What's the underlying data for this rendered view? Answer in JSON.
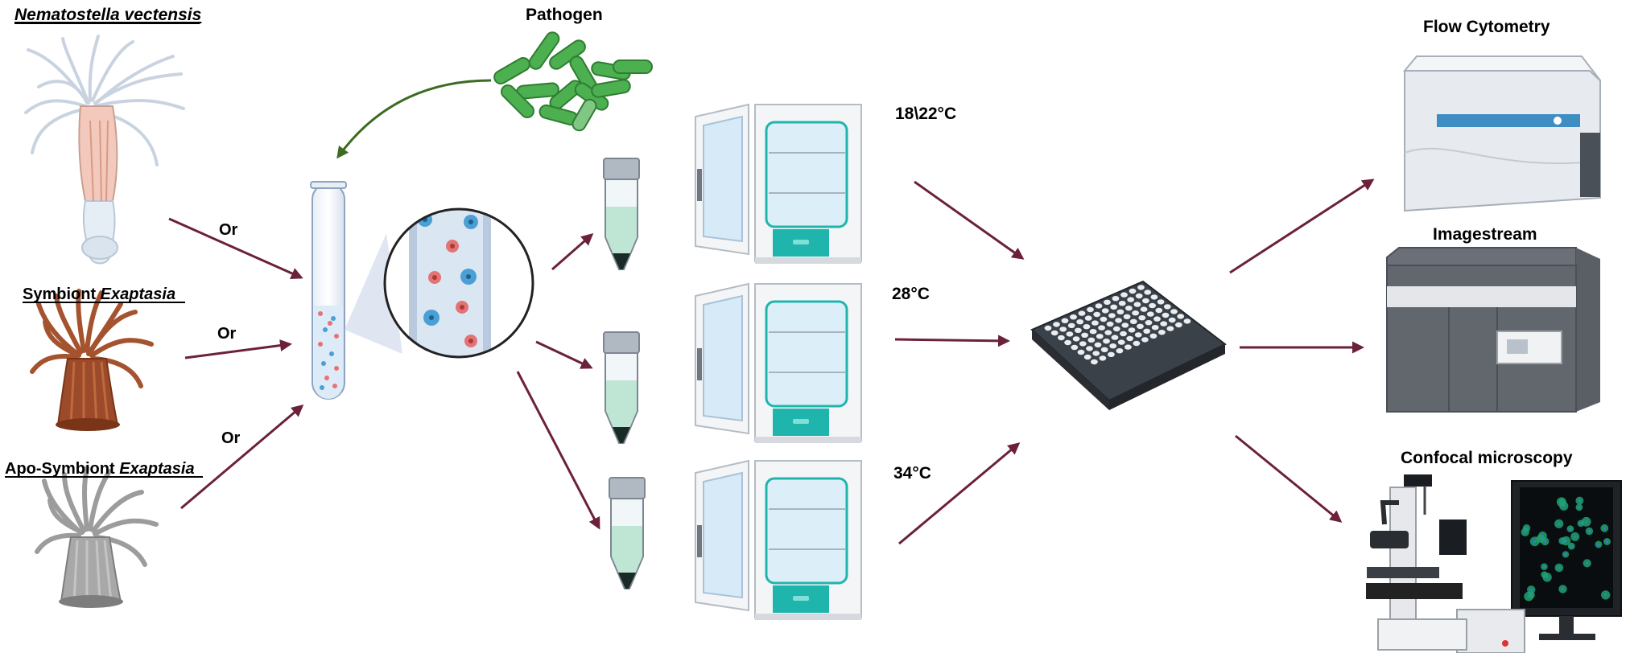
{
  "organisms": {
    "nematostella": {
      "label": "Nematostella vectensis"
    },
    "symbiont": {
      "prefix": "Symbiont ",
      "genus": "Exaptasia"
    },
    "apo": {
      "prefix": "Apo-Symbiont ",
      "genus": "Exaptasia"
    }
  },
  "connectors": {
    "or1": "Or",
    "or2": "Or",
    "or3": "Or"
  },
  "pathogen": {
    "label": "Pathogen"
  },
  "temperatures": {
    "t1": "18\\22°C",
    "t2": "28°C",
    "t3": "34°C"
  },
  "instruments": {
    "flow": "Flow Cytometry",
    "imagestream": "Imagestream",
    "confocal": "Confocal microscopy"
  },
  "colors": {
    "arrow": "#6b2139",
    "pathogen_arrow": "#3d6b22",
    "bacteria": "#4caf50",
    "incubator_teal": "#1fb5ad"
  }
}
